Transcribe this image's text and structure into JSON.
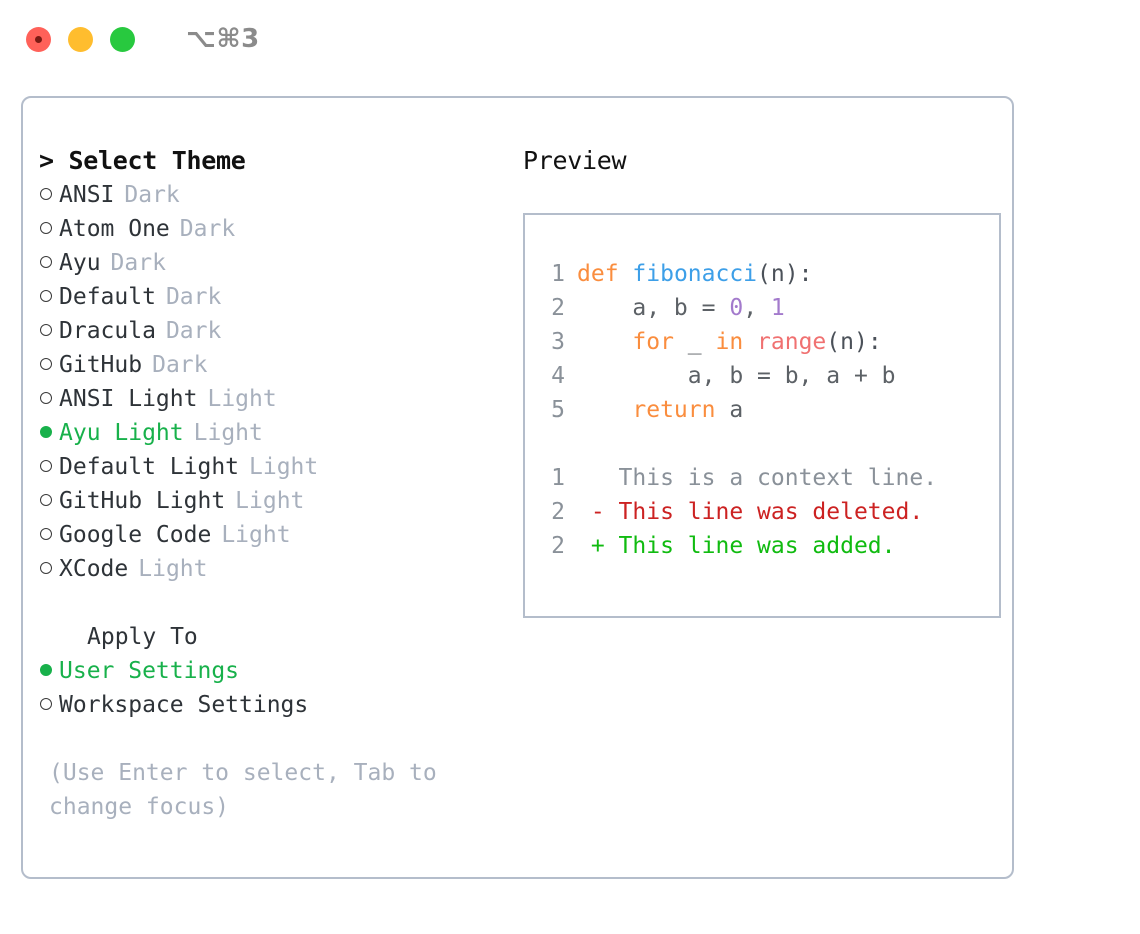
{
  "titlebar": {
    "shortcut": "⌥⌘3",
    "buttons": [
      "close",
      "minimize",
      "maximize"
    ]
  },
  "left": {
    "heading": "> Select Theme",
    "themes": [
      {
        "name": "ANSI",
        "kind": "Dark",
        "selected": false
      },
      {
        "name": "Atom One",
        "kind": "Dark",
        "selected": false
      },
      {
        "name": "Ayu",
        "kind": "Dark",
        "selected": false
      },
      {
        "name": "Default",
        "kind": "Dark",
        "selected": false
      },
      {
        "name": "Dracula",
        "kind": "Dark",
        "selected": false
      },
      {
        "name": "GitHub",
        "kind": "Dark",
        "selected": false
      },
      {
        "name": "ANSI Light",
        "kind": "Light",
        "selected": false
      },
      {
        "name": "Ayu Light",
        "kind": "Light",
        "selected": true
      },
      {
        "name": "Default Light",
        "kind": "Light",
        "selected": false
      },
      {
        "name": "GitHub Light",
        "kind": "Light",
        "selected": false
      },
      {
        "name": "Google Code",
        "kind": "Light",
        "selected": false
      },
      {
        "name": "XCode",
        "kind": "Light",
        "selected": false
      }
    ],
    "apply_to_label": "Apply To",
    "apply_to": [
      {
        "name": "User Settings",
        "selected": true
      },
      {
        "name": "Workspace Settings",
        "selected": false
      }
    ],
    "hint": "(Use Enter to select, Tab to change focus)"
  },
  "preview": {
    "title": "Preview",
    "code": [
      {
        "ln": "1",
        "tokens": [
          {
            "t": "def",
            "c": "kw"
          },
          {
            "t": " ",
            "c": "punc"
          },
          {
            "t": "fibonacci",
            "c": "fn"
          },
          {
            "t": "(n):",
            "c": "punc"
          }
        ]
      },
      {
        "ln": "2",
        "tokens": [
          {
            "t": "    a, b = ",
            "c": "var"
          },
          {
            "t": "0",
            "c": "num"
          },
          {
            "t": ", ",
            "c": "var"
          },
          {
            "t": "1",
            "c": "num"
          }
        ]
      },
      {
        "ln": "3",
        "tokens": [
          {
            "t": "    ",
            "c": "var"
          },
          {
            "t": "for",
            "c": "kw"
          },
          {
            "t": " _ ",
            "c": "var"
          },
          {
            "t": "in",
            "c": "kw"
          },
          {
            "t": " ",
            "c": "var"
          },
          {
            "t": "range",
            "c": "call"
          },
          {
            "t": "(n):",
            "c": "punc"
          }
        ]
      },
      {
        "ln": "4",
        "tokens": [
          {
            "t": "        a, b = b, a + b",
            "c": "var"
          }
        ]
      },
      {
        "ln": "5",
        "tokens": [
          {
            "t": "    ",
            "c": "var"
          },
          {
            "t": "return",
            "c": "kw"
          },
          {
            "t": " a",
            "c": "var"
          }
        ]
      }
    ],
    "diff": [
      {
        "ln": "1",
        "marker": " ",
        "text": " This is a context line.",
        "kind": "d-ctx"
      },
      {
        "ln": "2",
        "marker": "-",
        "text": " This line was deleted.",
        "kind": "d-del"
      },
      {
        "ln": "2",
        "marker": "+",
        "text": " This line was added.",
        "kind": "d-add"
      }
    ]
  },
  "colors": {
    "selected_green": "#18b14b",
    "muted": "#a8b0bd",
    "border": "#b4bdcb",
    "keyword": "#fa8d3e",
    "function": "#3d9fe8",
    "number": "#a37acc",
    "builtin": "#f07171",
    "linenumber": "#8a9199",
    "diff_add": "#10bb10",
    "diff_del": "#cc2222",
    "light_red": "#ff6159",
    "light_yellow": "#ffbd2e",
    "light_green": "#28c93f"
  }
}
